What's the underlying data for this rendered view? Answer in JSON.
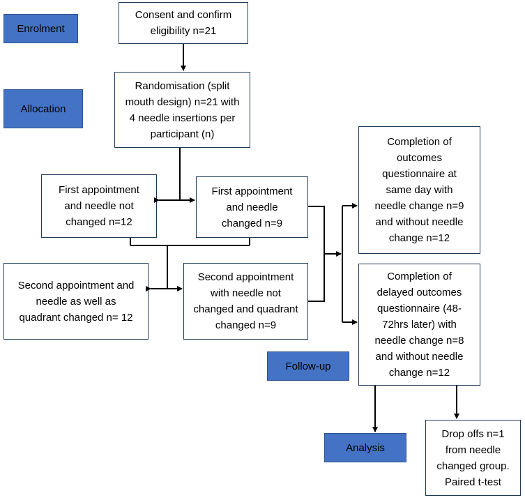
{
  "stages": {
    "enrolment": "Enrolment",
    "allocation": "Allocation",
    "follow_up": "Follow-up",
    "analysis": "Analysis"
  },
  "boxes": {
    "consent": "Consent and confirm\neligibility n=21",
    "randomisation": "Randomisation (split\nmouth design) n=21 with\n4 needle insertions per\nparticipant (n)",
    "first_not_changed": "First appointment\nand needle not\nchanged n=12",
    "first_changed": "First appointment\nand needle\nchanged n=9",
    "second_changed": "Second appointment and\nneedle as well as\nquadrant changed n= 12",
    "second_not_changed": "Second appointment\nwith needle not\nchanged and quadrant\nchanged n=9",
    "same_day": "Completion of\noutcomes\nquestionnaire at\nsame day with\nneedle change n=9\nand  without needle\nchange n=12",
    "delayed": "Completion of\ndelayed outcomes\nquestionnaire (48-\n72hrs later) with\nneedle change n=8\nand  without needle\nchange n=12",
    "drop_offs": "Drop offs n=1\nfrom needle\nchanged group.\nPaired t-test"
  },
  "colors": {
    "stage_fill": "#4472c4",
    "box_border": "#1f3a56",
    "connector": "#000000"
  }
}
